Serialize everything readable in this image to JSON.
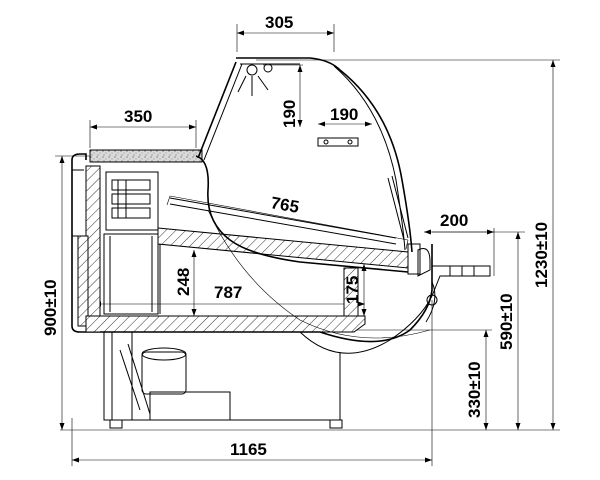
{
  "dimensions": {
    "canopy_depth": "305",
    "light_height": "190",
    "light_offset": "190",
    "top_shelf_depth": "350",
    "display_depth": "765",
    "front_shelf": "200",
    "well_depth": "248",
    "floor_depth": "787",
    "front_step": "175",
    "counter_height": "900±10",
    "total_height": "1230±10",
    "front_height": "590±10",
    "base_height": "330±10",
    "total_width": "1165"
  }
}
